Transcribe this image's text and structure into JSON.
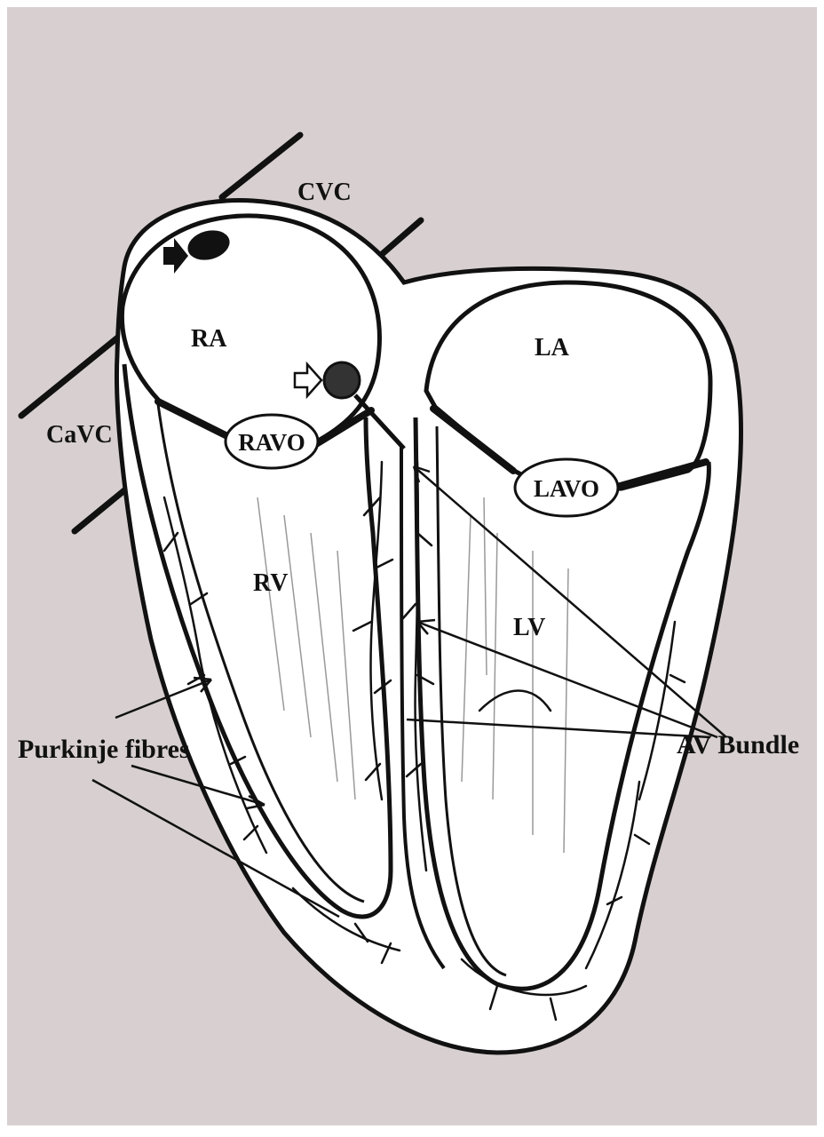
{
  "colors": {
    "background": "#d8d0d0",
    "heart_interior": "#ffffff",
    "ink": "#111111",
    "frame": "#ffffff"
  },
  "labels": {
    "cvc": "CVC",
    "cavc": "CaVC",
    "ra": "RA",
    "la": "LA",
    "ravo": "RAVO",
    "lavo": "LAVO",
    "rv": "RV",
    "lv": "LV",
    "purkinje": "Purkinje fibres",
    "av_bundle": "AV Bundle"
  },
  "markers": {
    "sa_node_arrow": "filled-arrow-icon",
    "av_node_arrow": "outline-arrow-icon"
  }
}
